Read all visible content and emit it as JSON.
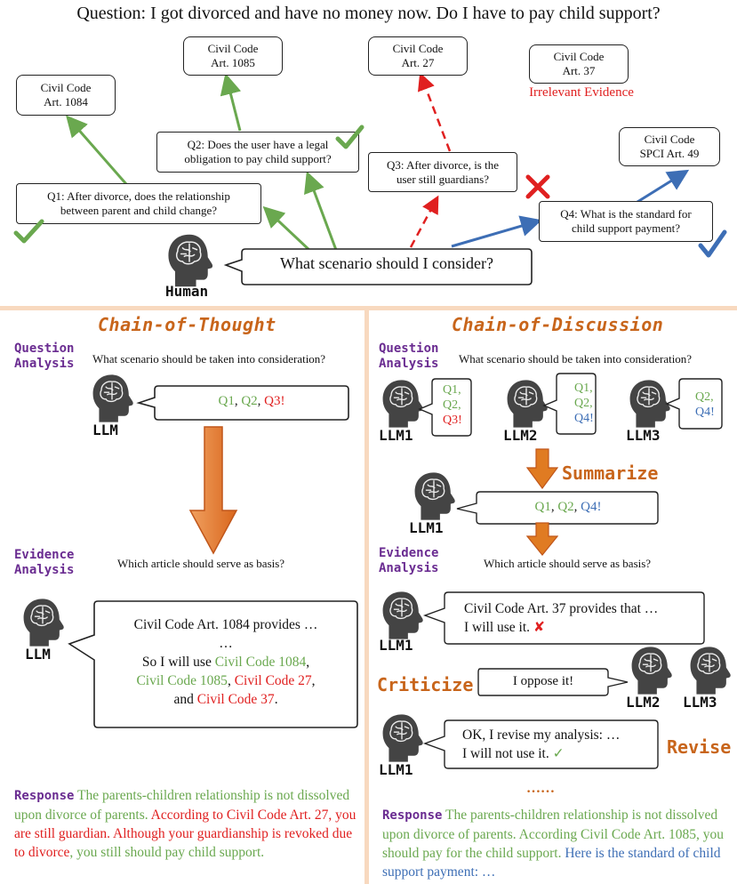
{
  "question": "Question: I got divorced and have no money now. Do I have to pay child support?",
  "top": {
    "evidence": {
      "art1084": [
        "Civil Code",
        "Art. 1084"
      ],
      "art1085": [
        "Civil Code",
        "Art. 1085"
      ],
      "art27": [
        "Civil Code",
        "Art. 27"
      ],
      "art37": [
        "Civil Code",
        "Art. 37"
      ],
      "irrelevant": "Irrelevant Evidence",
      "spci49": [
        "Civil Code",
        "SPCI Art. 49"
      ]
    },
    "q1": [
      "Q1: After divorce, does the relationship",
      "between parent and child change?"
    ],
    "q2": [
      "Q2: Does the user have a legal",
      "obligation to pay child support?"
    ],
    "q3": [
      "Q3: After divorce, is the",
      "user still guardians?"
    ],
    "q4": [
      "Q4: What is the standard for",
      "child support payment?"
    ],
    "human_bubble": "What scenario should I consider?",
    "human_label": "Human"
  },
  "cot": {
    "title": "Chain-of-Thought",
    "question_analysis": [
      "Question",
      "Analysis"
    ],
    "prompt1": "What scenario should be taken into consideration?",
    "bubble1": {
      "q1": "Q1",
      "sep1": ", ",
      "q2": "Q2",
      "sep2": ", ",
      "q3": "Q3!"
    },
    "llm": "LLM",
    "evidence_analysis": [
      "Evidence",
      "Analysis"
    ],
    "prompt2": "Which article should serve as basis?",
    "ev_line1": "Civil Code Art. 1084 provides …",
    "ev_line2": "…",
    "ev_line3a": "So I will use ",
    "ev_c1084": "Civil Code 1084",
    "ev_comma1": ",",
    "ev_c1085": "Civil Code 1085",
    "ev_comma2": ", ",
    "ev_c27": "Civil Code 27",
    "ev_comma3": ",",
    "ev_and": "and ",
    "ev_c37": "Civil Code 37",
    "ev_dot": ".",
    "response_label": "Response",
    "resp_green1": " The parents-children relationship is not dissolved upon divorce of parents.",
    "resp_red": " According to Civil Code Art. 27, you are still guardian. Although your guardianship is revoked due to divorce",
    "resp_green2": ", you still should pay child support."
  },
  "cod": {
    "title": "Chain-of-Discussion",
    "question_analysis": [
      "Question",
      "Analysis"
    ],
    "prompt1": "What scenario should be taken into consideration?",
    "llm1": "LLM1",
    "llm2": "LLM2",
    "llm3": "LLM3",
    "b1": [
      "Q1,",
      "Q2,",
      "Q3!"
    ],
    "b2": [
      "Q1,",
      "Q2,",
      "Q4!"
    ],
    "b3": [
      "Q2,",
      "Q4!"
    ],
    "summarize": "Summarize",
    "summary": {
      "q1": "Q1",
      "sep1": ", ",
      "q2": "Q2",
      "sep2": ", ",
      "q4": "Q4!"
    },
    "evidence_analysis": [
      "Evidence",
      "Analysis"
    ],
    "prompt2": "Which article should serve as basis?",
    "ev1": "Civil Code Art. 37 provides that …",
    "ev2": "I will use it.",
    "criticize": "Criticize",
    "oppose": "I oppose it!",
    "revise1": "OK, I revise my analysis: …",
    "revise2": "I will not use it.",
    "revise": "Revise",
    "dots": "……",
    "response_label": "Response",
    "resp_green": " The parents-children relationship is not dissolved upon divorce of parents. According Civil Code Art. 1085, you should pay for the child support.",
    "resp_blue": "Here is the standard of child support payment: …"
  },
  "colors": {
    "green": "#6aa84f",
    "red": "#e02020",
    "blue": "#3d6eb5",
    "orange": "#e07b22",
    "purple": "#6a2c91"
  }
}
